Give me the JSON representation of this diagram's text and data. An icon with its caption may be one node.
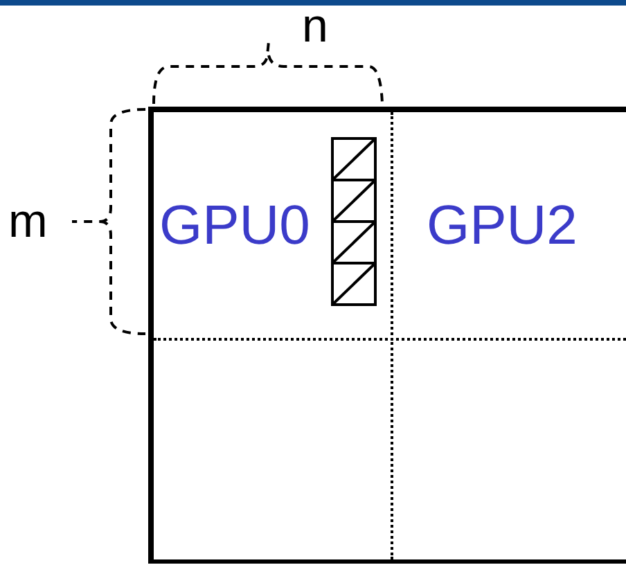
{
  "diagram": {
    "nodes": [
      {
        "text": [],
        "shape": "box"
      },
      {
        "text": [
          "GPU0"
        ],
        "in": 0
      },
      {
        "text": [
          "GPU2"
        ],
        "in": 0
      },
      {
        "text": [],
        "shape": "box",
        "in": 0
      },
      {
        "text": [],
        "shape": "box",
        "in": 0
      }
    ],
    "labels": [
      "n",
      "m"
    ]
  }
}
